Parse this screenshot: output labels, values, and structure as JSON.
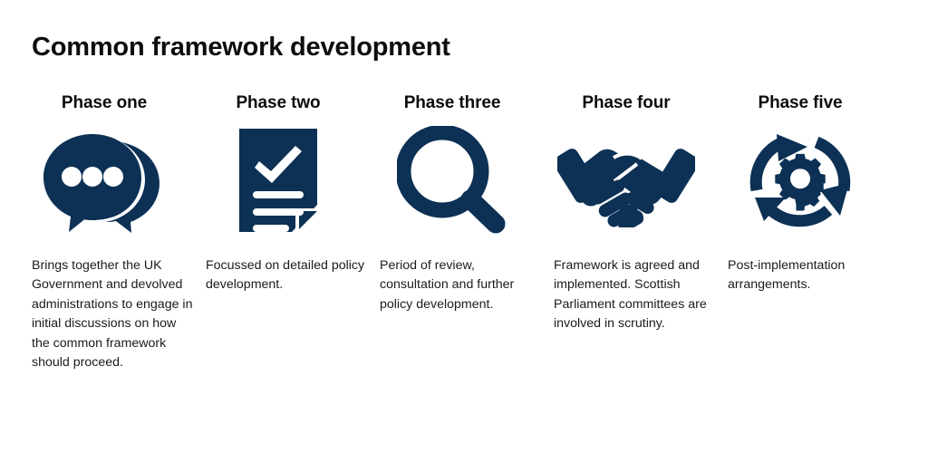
{
  "title": "Common framework development",
  "theme": {
    "navy": "#0C3155",
    "text": "#1b1b1b",
    "heading": "#0d0d0d",
    "background": "#ffffff"
  },
  "phases": [
    {
      "heading": "Phase one",
      "icon": "speech-bubbles-icon",
      "description": "Brings together the UK Government and devolved administrations to engage in initial discussions on how the common framework should proceed."
    },
    {
      "heading": "Phase two",
      "icon": "document-checkmark-icon",
      "description": "Focussed on detailed policy development."
    },
    {
      "heading": "Phase three",
      "icon": "magnifying-glass-icon",
      "description": "Period of review, consultation and further policy development."
    },
    {
      "heading": "Phase four",
      "icon": "handshake-icon",
      "description": "Framework is agreed and implemented. Scottish Parliament committees are involved in scrutiny."
    },
    {
      "heading": "Phase five",
      "icon": "gear-cycle-arrows-icon",
      "description": "Post-implementation arrangements."
    }
  ]
}
